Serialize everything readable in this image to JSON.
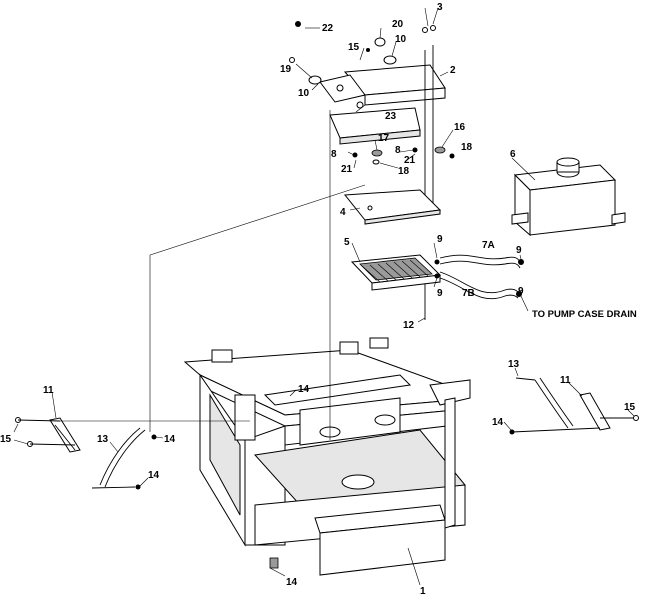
{
  "callouts": {
    "c1": "1",
    "c2": "2",
    "c3": "3",
    "c4": "4",
    "c5": "5",
    "c6": "6",
    "c7a": "7A",
    "c7b": "7B",
    "c8a": "8",
    "c8b": "8",
    "c9a": "9",
    "c9b": "9",
    "c9c": "9",
    "c9d": "9",
    "c10a": "10",
    "c10b": "10",
    "c11a": "11",
    "c11b": "11",
    "c12": "12",
    "c13a": "13",
    "c13b": "13",
    "c14a": "14",
    "c14b": "14",
    "c14c": "14",
    "c14d": "14",
    "c14e": "14",
    "c15a": "15",
    "c15b": "15",
    "c15c": "15",
    "c16": "16",
    "c17": "17",
    "c18a": "18",
    "c18b": "18",
    "c19": "19",
    "c20": "20",
    "c21a": "21",
    "c21b": "21",
    "c22": "22",
    "c23": "23"
  },
  "notes": {
    "pump_case_drain": "TO PUMP CASE DRAIN"
  },
  "colors": {
    "ink": "#000000",
    "paper": "#ffffff",
    "shade": "#e6e6e6"
  }
}
